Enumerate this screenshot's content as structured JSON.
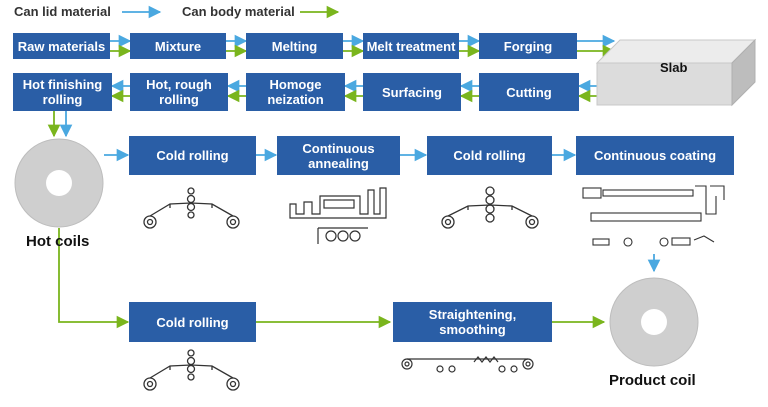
{
  "legend": {
    "lid_label": "Can lid material",
    "body_label": "Can body material",
    "lid_color": "#4aa8e0",
    "body_color": "#7ab51d"
  },
  "process": {
    "raw_materials": "Raw materials",
    "mixture": "Mixture",
    "melting": "Melting",
    "melt_treatment": "Melt treatment",
    "forging": "Forging",
    "slab": "Slab",
    "cutting": "Cutting",
    "surfacing": "Surfacing",
    "homogenization_line1": "Homoge",
    "homogenization_line2": "neization",
    "hot_rough_line1": "Hot, rough",
    "hot_rough_line2": "rolling",
    "hot_finishing_line1": "Hot finishing",
    "hot_finishing_line2": "rolling",
    "hot_coils": "Hot coils",
    "lid_cold_rolling_1": "Cold rolling",
    "continuous_annealing_line1": "Continuous",
    "continuous_annealing_line2": "annealing",
    "lid_cold_rolling_2": "Cold rolling",
    "continuous_coating": "Continuous coating",
    "body_cold_rolling": "Cold rolling",
    "straightening_line1": "Straightening,",
    "straightening_line2": "smoothing",
    "product_coil": "Product coil"
  },
  "colors": {
    "box_fill": "#2a5ea6",
    "coil_fill": "#cfcfcf",
    "slab_fill": "#d9d9d9"
  }
}
